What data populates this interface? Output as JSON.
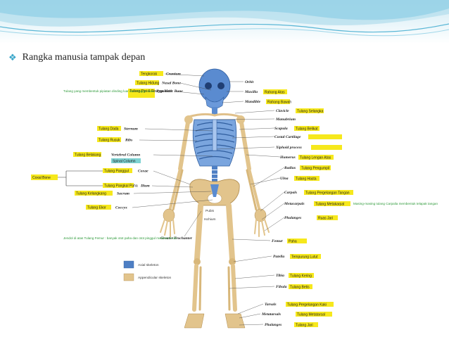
{
  "title": "Rangka manusia tampak depan",
  "colors": {
    "axial": "#4e7fc4",
    "appendicular": "#e2c48c",
    "label_bg": "#f6e81c",
    "accent": "#3aa6c9",
    "note": "#2e9a3a"
  },
  "bullet_icon": "diamond-bullet-icon",
  "left_labels": [
    {
      "id": "tengkorak",
      "yellow": "Tengkorak",
      "english": "Cranium"
    },
    {
      "id": "hidung",
      "yellow": "Tulang Hidung",
      "english": "Nasal Bone"
    },
    {
      "id": "pipi",
      "yellow": "Tulang Pipi & Rongga Mata",
      "english": "Zygomatic Bone"
    },
    {
      "id": "dada",
      "yellow": "Tulang Dada",
      "english": "Sternum"
    },
    {
      "id": "rusuk",
      "yellow": "Tulang Rusuk",
      "english": "Ribs"
    },
    {
      "id": "belakang",
      "yellow": "Tulang Belakang",
      "english": "Vertebral Column"
    },
    {
      "id": "panggul",
      "yellow": "Tulang Panggul",
      "english": "Coxae"
    },
    {
      "id": "pangkal",
      "yellow": "Tulang Pangkal Paha",
      "english": "Ilium"
    },
    {
      "id": "kelangkang",
      "yellow": "Tulang Kelangkang",
      "english": "Sacrum"
    },
    {
      "id": "ekor",
      "yellow": "Tulang Ekor",
      "english": "Coccyx"
    }
  ],
  "right_labels": [
    {
      "id": "orbit",
      "english": "Orbit",
      "yellow": ""
    },
    {
      "id": "maxilla",
      "english": "Maxilla",
      "yellow": "Rahang Atas"
    },
    {
      "id": "mandible",
      "english": "Mandible",
      "yellow": "Rahang Bawah"
    },
    {
      "id": "clavicle",
      "english": "Clavicle",
      "yellow": "Tulang Selangka"
    },
    {
      "id": "manubrium",
      "english": "Manubrium",
      "yellow": ""
    },
    {
      "id": "scapula",
      "english": "Scapula",
      "yellow": "Tulang Belikat"
    },
    {
      "id": "costal",
      "english": "Costal Cartilage",
      "yellow": ""
    },
    {
      "id": "xiphoid",
      "english": "Xiphoid process",
      "yellow": ""
    },
    {
      "id": "humerus",
      "english": "Humerus",
      "yellow": "Tulang Lengan Atas"
    },
    {
      "id": "radius",
      "english": "Radius",
      "yellow": "Tulang Pengumpil"
    },
    {
      "id": "ulna",
      "english": "Ulna",
      "yellow": "Tulang Hasta"
    },
    {
      "id": "carpals",
      "english": "Carpals",
      "yellow": "Tulang Pergelangan Tangan"
    },
    {
      "id": "metacarpals",
      "english": "Metacarpals",
      "yellow": "Tulang Metakarpal"
    },
    {
      "id": "phalanges-hand",
      "english": "Phalanges",
      "yellow": "Ruas Jari"
    },
    {
      "id": "femur",
      "english": "Femur",
      "yellow": "Paha"
    },
    {
      "id": "patella",
      "english": "Patella",
      "yellow": "Tempurung Lutut"
    },
    {
      "id": "tibia",
      "english": "Tibia",
      "yellow": "Tulang Kering"
    },
    {
      "id": "fibula",
      "english": "Fibula",
      "yellow": "Tulang Betis"
    },
    {
      "id": "tarsals",
      "english": "Tarsals",
      "yellow": "Tulang Pergelangan Kaki"
    },
    {
      "id": "metatarsals",
      "english": "Metatarsals",
      "yellow": "Tulang Metatarsal"
    },
    {
      "id": "phalanges-foot",
      "english": "Phalanges",
      "yellow": "Tulang Jari"
    }
  ],
  "coxal_bone": "Coxal Bone",
  "spinal_column": "Spinal Column",
  "greater_trochanter": "Greater Trochanter",
  "pubis": "Pubis",
  "ischium": "Ischium",
  "notes": {
    "skull": "Tulang yang membentuk pipiatan dinding luar dari rongga mata",
    "carpals": "Masing-masing tulang Carpalia membentuk telapak tangan",
    "femur": "Jendol di atas Tulang Femur : banyak otot paha dan otot pinggul melekat di sini"
  },
  "legend": [
    {
      "label": "Axial skeleton",
      "color": "#4e7fc4"
    },
    {
      "label": "Appendicular skeleton",
      "color": "#e2c48c"
    }
  ]
}
